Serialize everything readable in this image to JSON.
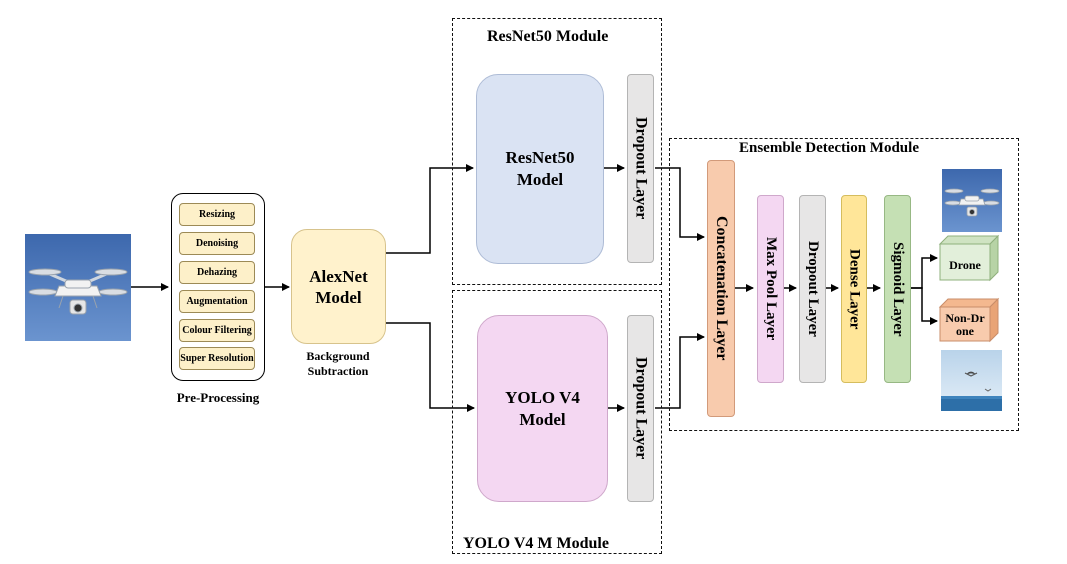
{
  "colors": {
    "resnet_box": "#dae3f3",
    "yolo_box": "#f4d7f2",
    "alexnet_box": "#fff2cc",
    "pre_item": "#fdf0c9",
    "dropout": "#e7e6e6",
    "concat": "#f8cbad",
    "maxpool": "#f4d7f2",
    "dense": "#ffe699",
    "sigmoid": "#c5e0b4",
    "drone_cube": "#e2efda",
    "nondrone_cube": "#f8cbad",
    "sky": "#4a74b8"
  },
  "icons": {
    "input_image": "drone-photo",
    "drone_output_image": "drone-photo",
    "nondrone_output_image": "birds-over-sea-photo"
  },
  "preprocessing": {
    "items": [
      "Resizing",
      "Denoising",
      "Dehazing",
      "Augmentation",
      "Colour Filtering",
      "Super Resolution"
    ],
    "caption": "Pre-Processing"
  },
  "alexnet": {
    "label": "AlexNet Model",
    "caption": "Background Subtraction"
  },
  "resnet_module": {
    "title": "ResNet50 Module",
    "model_label": "ResNet50 Model",
    "dropout_label": "Dropout Layer"
  },
  "yolo_module": {
    "title": "YOLO V4 M Module",
    "model_label": "YOLO V4 Model",
    "dropout_label": "Dropout Layer"
  },
  "ensemble_module": {
    "title": "Ensemble Detection Module",
    "layers": {
      "concatenation": "Concatenation Layer",
      "maxpool": "Max Pool Layer",
      "dropout": "Dropout Layer",
      "dense": "Dense Layer",
      "sigmoid": "Sigmoid Layer"
    },
    "outputs": {
      "drone": "Drone",
      "nondrone": "Non-Drone"
    }
  }
}
